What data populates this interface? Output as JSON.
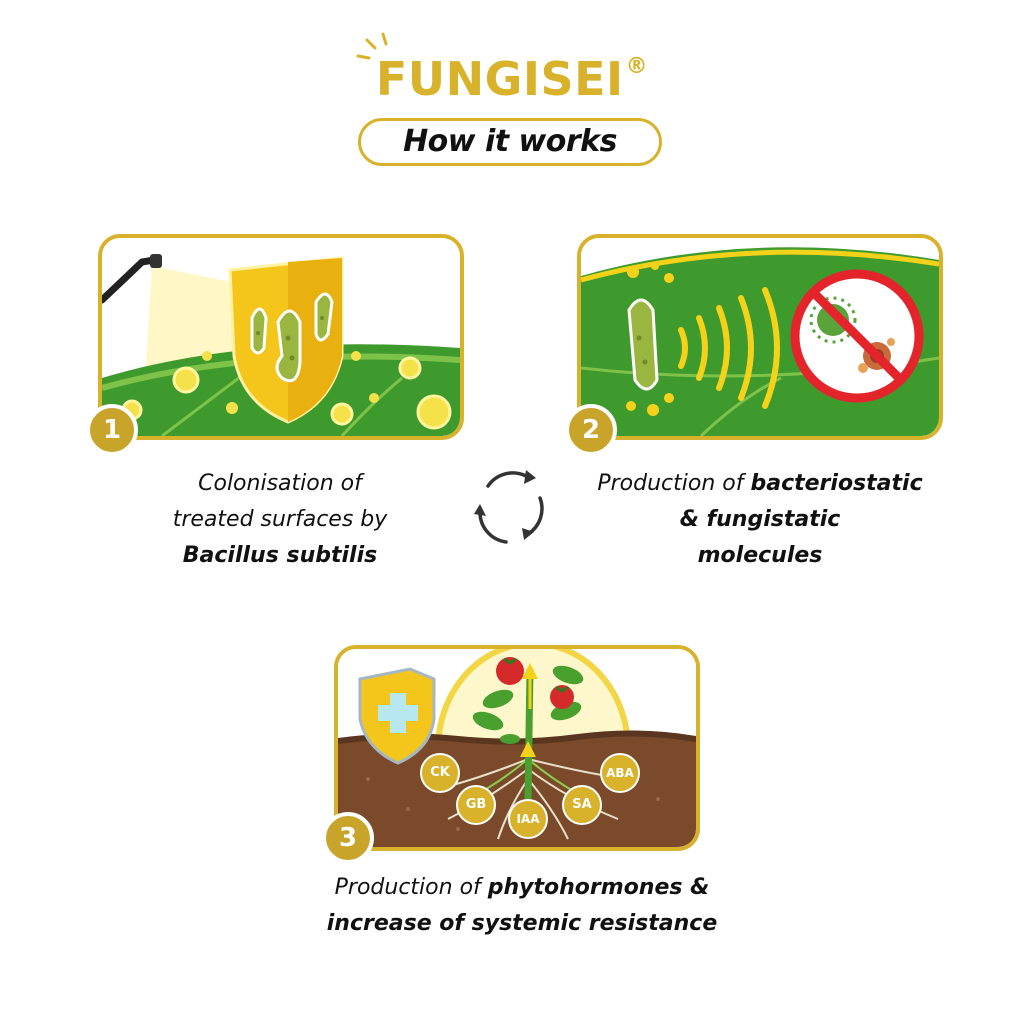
{
  "header": {
    "brand": "FUNGISEI",
    "registered": "®",
    "subtitle": "How it works"
  },
  "steps": [
    {
      "number": "1",
      "caption_line1": "Colonisation of",
      "caption_line2": "treated surfaces by",
      "caption_bold": "Bacillus subtilis"
    },
    {
      "number": "2",
      "caption_plain": "Production of ",
      "caption_bold1": "bacteriostatic",
      "caption_bold2": "& fungistatic",
      "caption_bold3": "molecules"
    },
    {
      "number": "3",
      "caption_plain": "Production of ",
      "caption_bold1": "phytohormones &",
      "caption_bold2": "increase of systemic resistance",
      "hormones": [
        "CK",
        "ABA",
        "GB",
        "IAA",
        "SA"
      ]
    }
  ],
  "colors": {
    "gold": "#d8b22a",
    "leaf_green": "#3f9a2e",
    "soil": "#7a4a2b",
    "tomato": "#d42a2a"
  }
}
